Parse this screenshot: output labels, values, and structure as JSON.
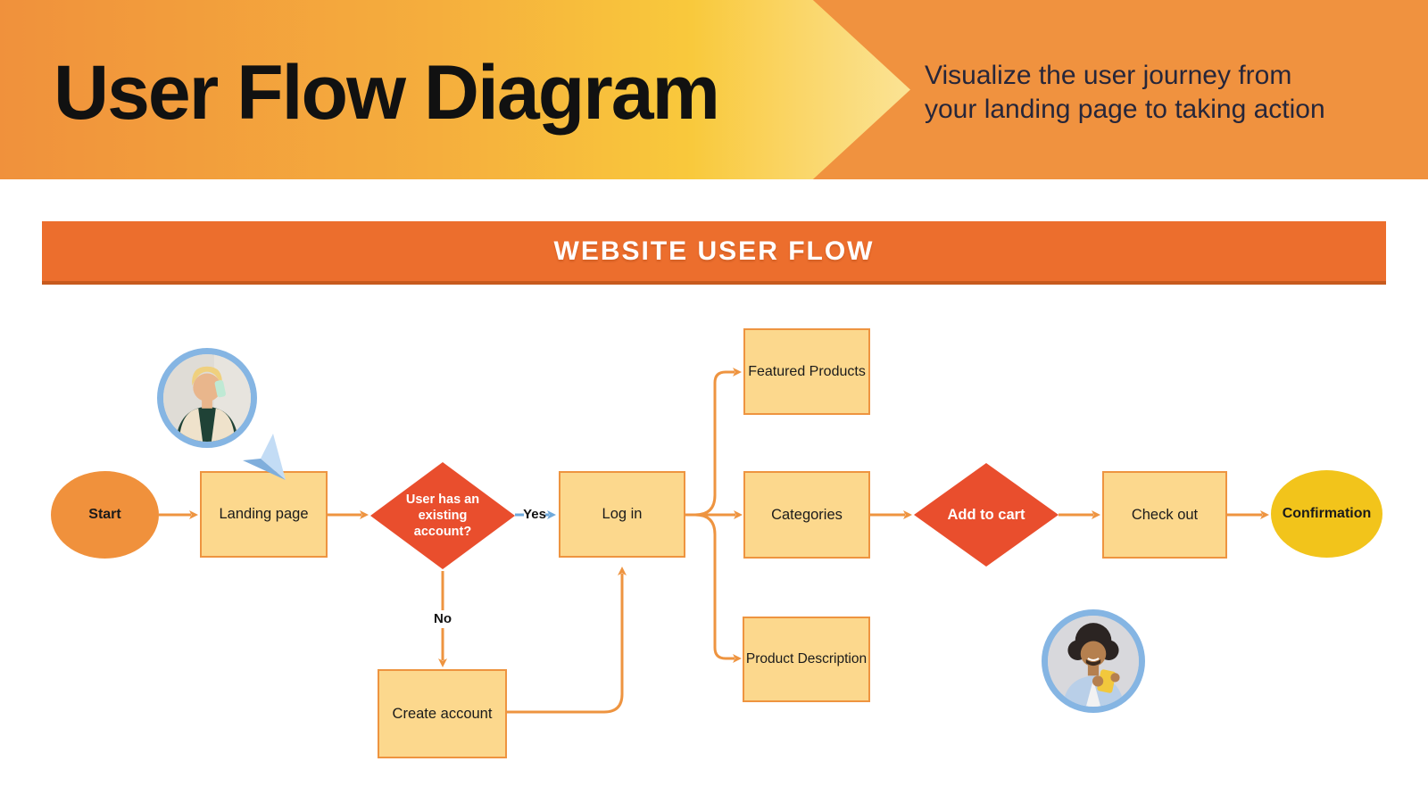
{
  "header": {
    "title": "User Flow Diagram",
    "subtitle_line1": "Visualize the user journey from",
    "subtitle_line2": "your landing page to taking action"
  },
  "banner": {
    "title": "WEBSITE USER FLOW"
  },
  "flow": {
    "nodes": {
      "start": {
        "label": "Start"
      },
      "landing_page": {
        "label": "Landing page"
      },
      "account_question": {
        "label": "User has an existing account?"
      },
      "log_in": {
        "label": "Log in"
      },
      "create_account": {
        "label": "Create account"
      },
      "featured_products": {
        "label": "Featured Products"
      },
      "categories": {
        "label": "Categories"
      },
      "product_description": {
        "label": "Product Description"
      },
      "add_to_cart": {
        "label": "Add to cart"
      },
      "check_out": {
        "label": "Check out"
      },
      "confirmation": {
        "label": "Confirmation"
      }
    },
    "edge_labels": {
      "yes": "Yes",
      "no": "No"
    }
  },
  "icons": {
    "cursor": "cursor-pointer-icon",
    "avatar_caller": "photo of person talking on phone",
    "avatar_customer": "photo of person holding a mug"
  },
  "colors": {
    "header_bg": "#F0923F",
    "arrow_gradient_start": "#F0913C",
    "arrow_gradient_end": "#FBE395",
    "title_text": "#111111",
    "banner_bg": "#EC6E2D",
    "banner_edge": "#C75A1E",
    "banner_text": "#FFFFFF",
    "node_fill": "#FCD88D",
    "node_border": "#EE9440",
    "connector": "#EE9440",
    "decision_fill": "#E94E2D",
    "terminator_start_fill": "#F0913C",
    "terminator_end_fill": "#F2C41B",
    "accent_blue": "#6FA9DC"
  }
}
